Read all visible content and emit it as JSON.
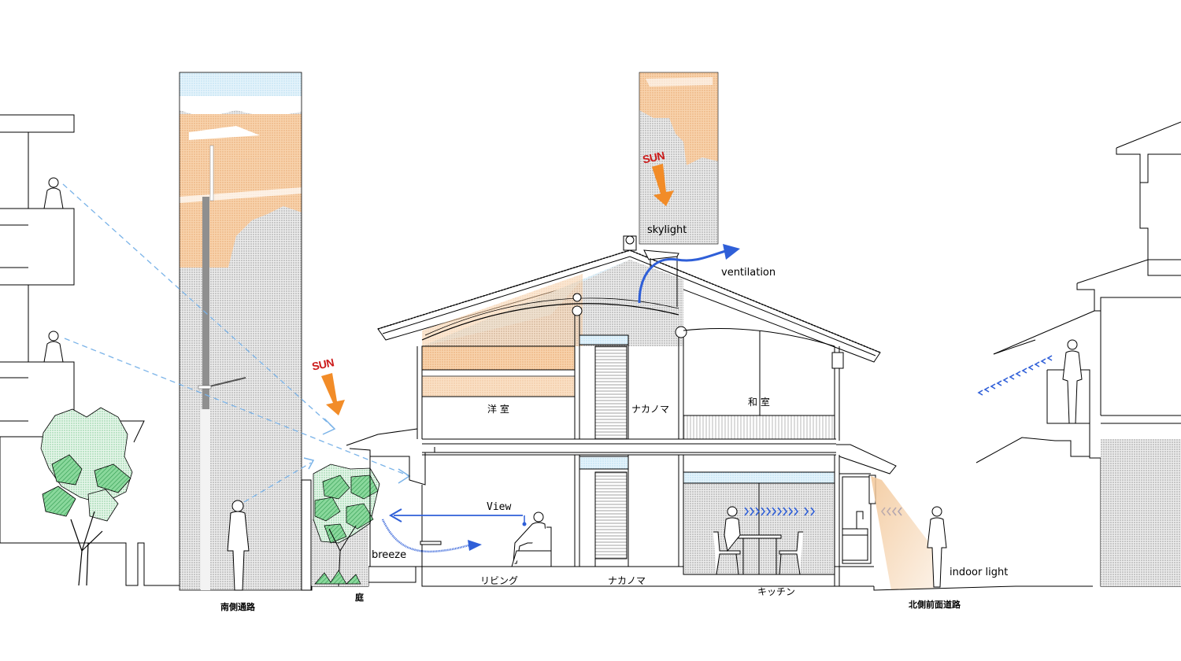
{
  "labels": {
    "south_path": "南側通路",
    "garden": "庭",
    "living": "リビング",
    "nakanoma_ground": "ナカノマ",
    "kitchen": "キッチン",
    "north_road": "北側前面道路",
    "western_room": "洋 室",
    "nakanoma_upper": "ナカノマ",
    "japanese_room": "和 室"
  },
  "annotations": {
    "sun_left": "SUN",
    "sun_top": "SUN",
    "skylight": "skylight",
    "ventilation": "ventilation",
    "view": "View",
    "breeze": "breeze",
    "indoor_light": "indoor light"
  },
  "colors": {
    "sky_orange": "#f6c79a",
    "sky_grey": "#d6d6d6",
    "sky_blue": "#cfe9f6",
    "tree_green": "#5cc87a",
    "tree_light": "#d7f0dc",
    "arrow_blue": "#2f5fd8",
    "sight_blue": "#7ab3e8",
    "sun_orange": "#f28c28",
    "sun_red": "#cc1a1a",
    "light_beam": "#f3c99c",
    "line": "#000000"
  }
}
